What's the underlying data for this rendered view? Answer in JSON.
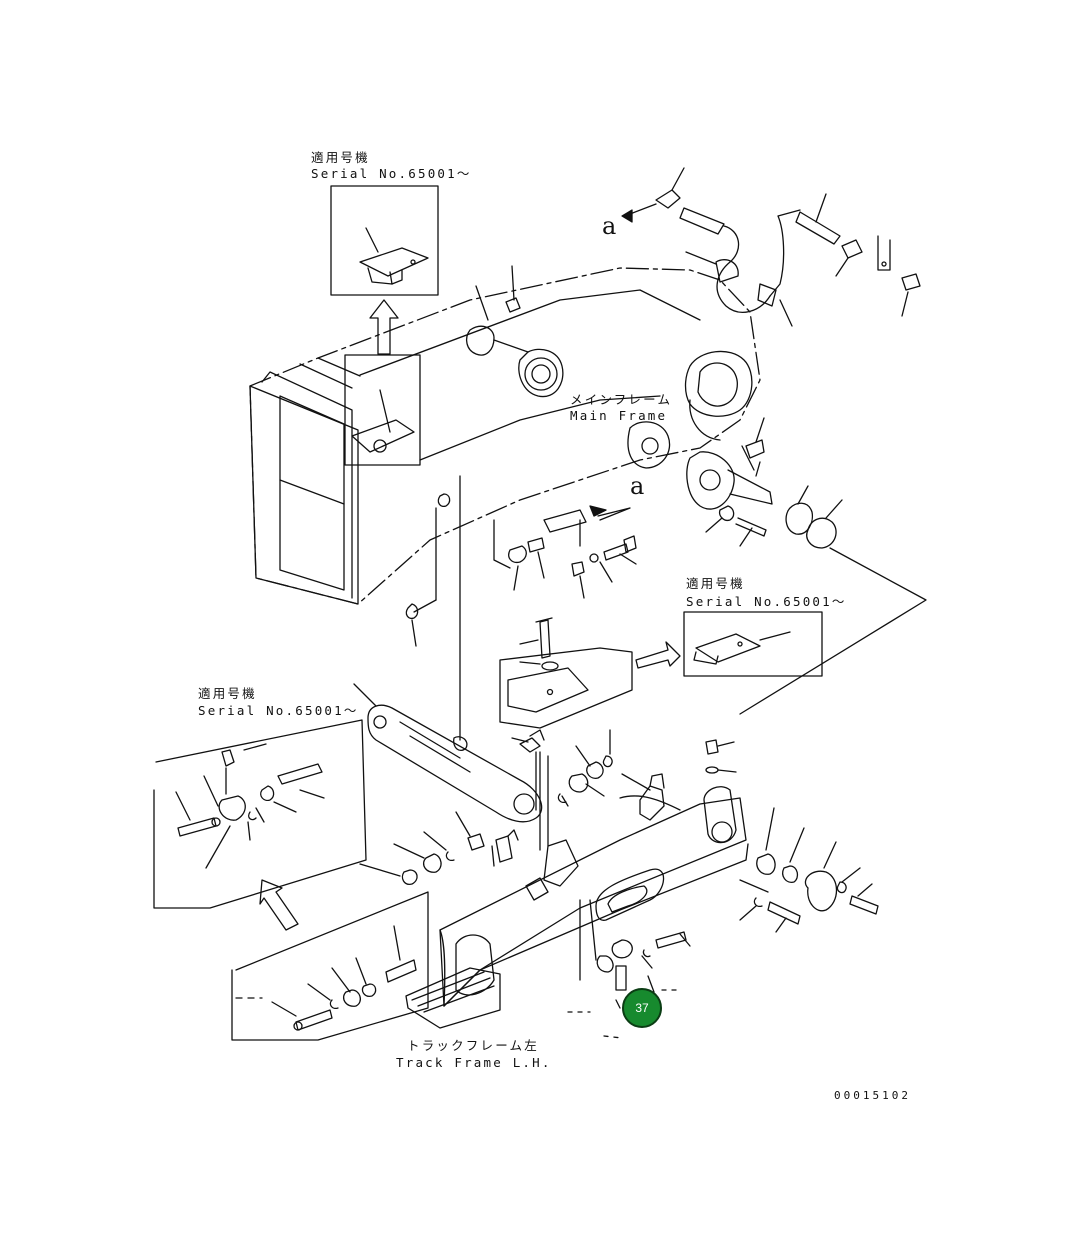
{
  "labels": {
    "applicable_jp": "適用号機",
    "serial_no": "Serial No.65001～",
    "main_frame_jp": "メインフレーム",
    "main_frame_en": "Main Frame",
    "view_marker": "a",
    "track_frame_jp": "トラックフレーム左",
    "track_frame_en": "Track Frame L.H.",
    "drawing_number": "00015102"
  },
  "callout": {
    "number": "37",
    "color": "#178a2e"
  }
}
